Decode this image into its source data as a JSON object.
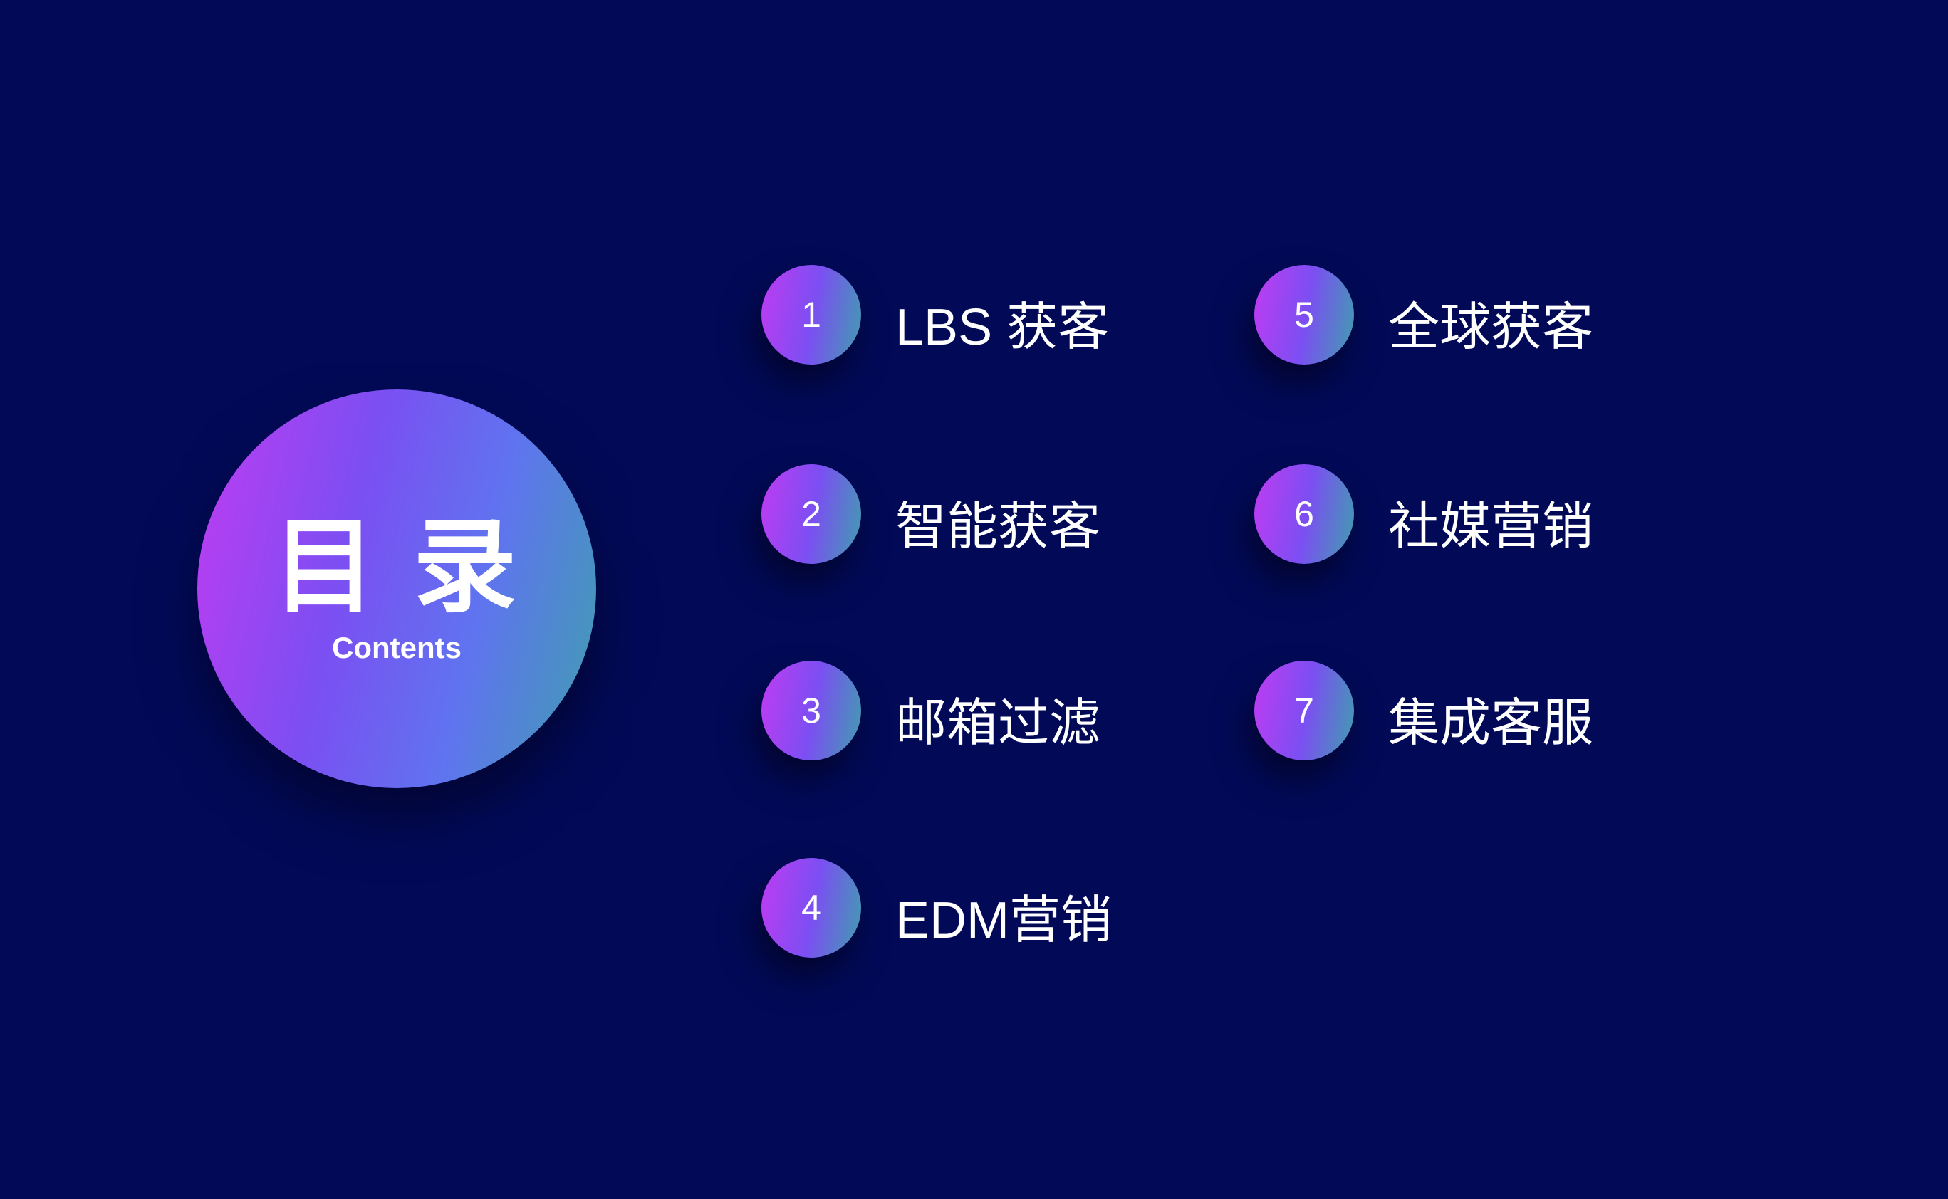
{
  "slide": {
    "colors": {
      "background": "#020a58",
      "gradient_magenta": "#c03bf2",
      "gradient_purple": "#7b4ff2",
      "gradient_blue": "#5f74ef",
      "gradient_teal": "#3f9fae",
      "text": "#ffffff"
    },
    "toc_header": {
      "title_zh": "目 录",
      "title_en": "Contents"
    },
    "items": [
      {
        "number": "1",
        "label": "LBS 获客"
      },
      {
        "number": "2",
        "label": "智能获客"
      },
      {
        "number": "3",
        "label": "邮箱过滤"
      },
      {
        "number": "4",
        "label": "EDM营销"
      },
      {
        "number": "5",
        "label": "全球获客"
      },
      {
        "number": "6",
        "label": "社媒营销"
      },
      {
        "number": "7",
        "label": "集成客服"
      }
    ]
  }
}
